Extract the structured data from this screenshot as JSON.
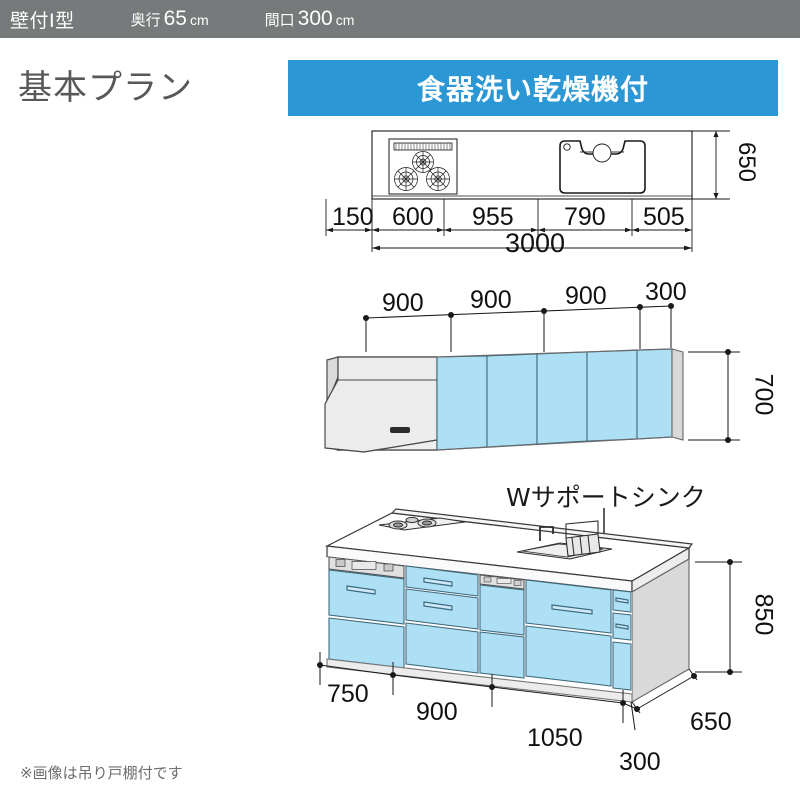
{
  "header": {
    "layout_type": "壁付Ⅰ型",
    "depth_label": "奥行",
    "depth_value": "65",
    "depth_unit": "cm",
    "width_label": "間口",
    "width_value": "300",
    "width_unit": "cm"
  },
  "plan": {
    "title": "基本プラン",
    "banner_text": "食器洗い乾燥機付",
    "banner_color": "#2b97d4"
  },
  "top_view": {
    "depth_dim": "650",
    "total_dim": "3000",
    "segments": [
      "150",
      "600",
      "955",
      "790",
      "505"
    ],
    "appliances": [
      "gas-cooktop-3burner",
      "w-support-sink"
    ]
  },
  "wall_cabinet": {
    "height_dim": "700",
    "segments": [
      "900",
      "900",
      "900",
      "300"
    ],
    "parts": [
      "range-hood",
      "wall-cabinet-door",
      "wall-cabinet-door",
      "wall-cabinet-door",
      "wall-cabinet-door",
      "wall-cabinet-door"
    ]
  },
  "base_cabinet": {
    "callout": "Wサポートシンク",
    "height_dim": "850",
    "depth_dim": "650",
    "segments": [
      "750",
      "900",
      "1050",
      "300"
    ]
  },
  "footnote": "※画像は吊り戸棚付です",
  "colors": {
    "header_gray": "#767a7b",
    "banner_blue": "#2b97d4",
    "cabinet_blue": "#aee0f5",
    "cabinet_blue_dark": "#8fd2ef",
    "panel_gray": "#e3e3e3",
    "line": "#1a1a1a"
  }
}
